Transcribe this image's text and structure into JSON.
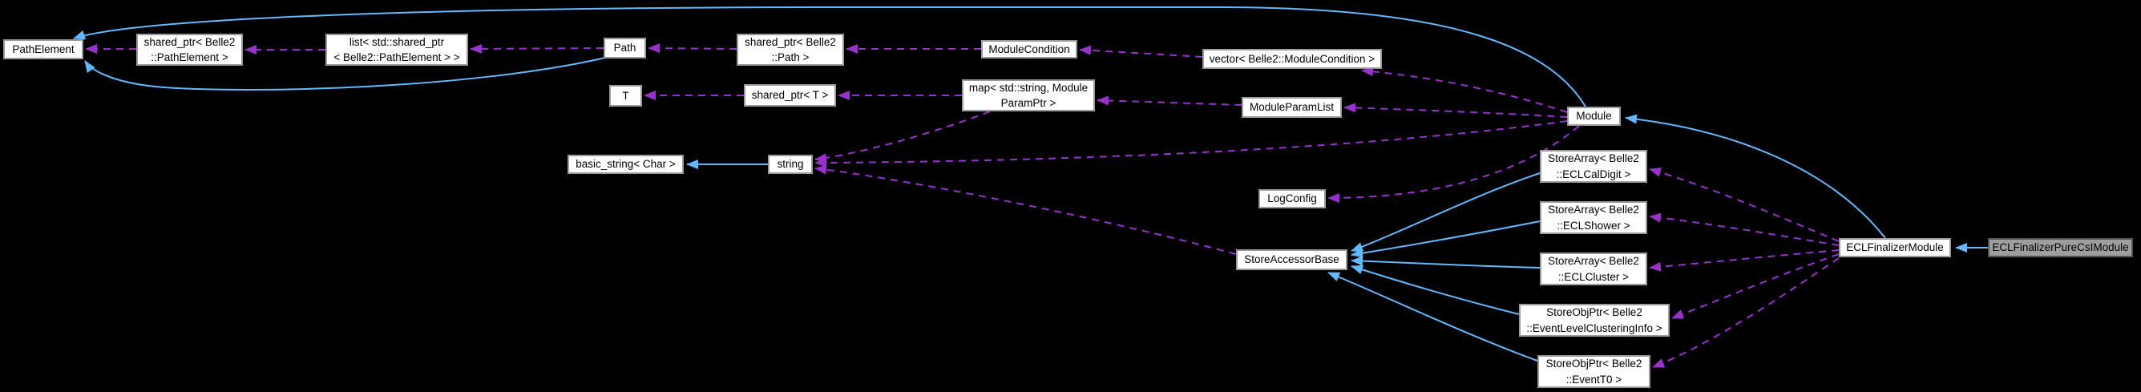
{
  "diagram_type": "doxygen-collaboration-diagram",
  "colors": {
    "background": "#000000",
    "inheritance_edge": "#63b8ff",
    "usage_edge": "#9932cc",
    "node_background": "#ffffff",
    "node_border": "#9b9b9b",
    "current_node_background": "#9e9e9e",
    "current_node_border": "#545454",
    "node_text": "#000000"
  },
  "nodes": {
    "pathElement": {
      "label": "PathElement"
    },
    "sharedPtrPathElement": {
      "label": "shared_ptr< Belle2\n::PathElement >"
    },
    "listSharedPtrPathElement": {
      "label": "list< std::shared_ptr\n< Belle2::PathElement > >"
    },
    "path": {
      "label": "Path"
    },
    "sharedPtrPath": {
      "label": "shared_ptr< Belle2\n::Path >"
    },
    "moduleCondition": {
      "label": "ModuleCondition"
    },
    "vectorModuleCondition": {
      "label": "vector< Belle2::ModuleCondition >"
    },
    "t": {
      "label": "T"
    },
    "sharedPtrT": {
      "label": "shared_ptr< T >"
    },
    "mapModuleParamPtr": {
      "label": "map< std::string, Module\nParamPtr >"
    },
    "moduleParamList": {
      "label": "ModuleParamList"
    },
    "module": {
      "label": "Module"
    },
    "basicStringChar": {
      "label": "basic_string< Char >"
    },
    "string": {
      "label": "string"
    },
    "logConfig": {
      "label": "LogConfig"
    },
    "storeAccessorBase": {
      "label": "StoreAccessorBase"
    },
    "storeArrayEclCalDigit": {
      "label": "StoreArray< Belle2\n::ECLCalDigit >"
    },
    "storeArrayEclShower": {
      "label": "StoreArray< Belle2\n::ECLShower >"
    },
    "storeArrayEclCluster": {
      "label": "StoreArray< Belle2\n::ECLCluster >"
    },
    "storeObjPtrEventLevelClusteringInfo": {
      "label": "StoreObjPtr< Belle2\n::EventLevelClusteringInfo >"
    },
    "storeObjPtrEventT0": {
      "label": "StoreObjPtr< Belle2\n::EventT0 >"
    },
    "eclFinalizerModule": {
      "label": "ECLFinalizerModule"
    },
    "eclFinalizerPureCsIModule": {
      "label": "ECLFinalizerPureCsIModule"
    }
  }
}
